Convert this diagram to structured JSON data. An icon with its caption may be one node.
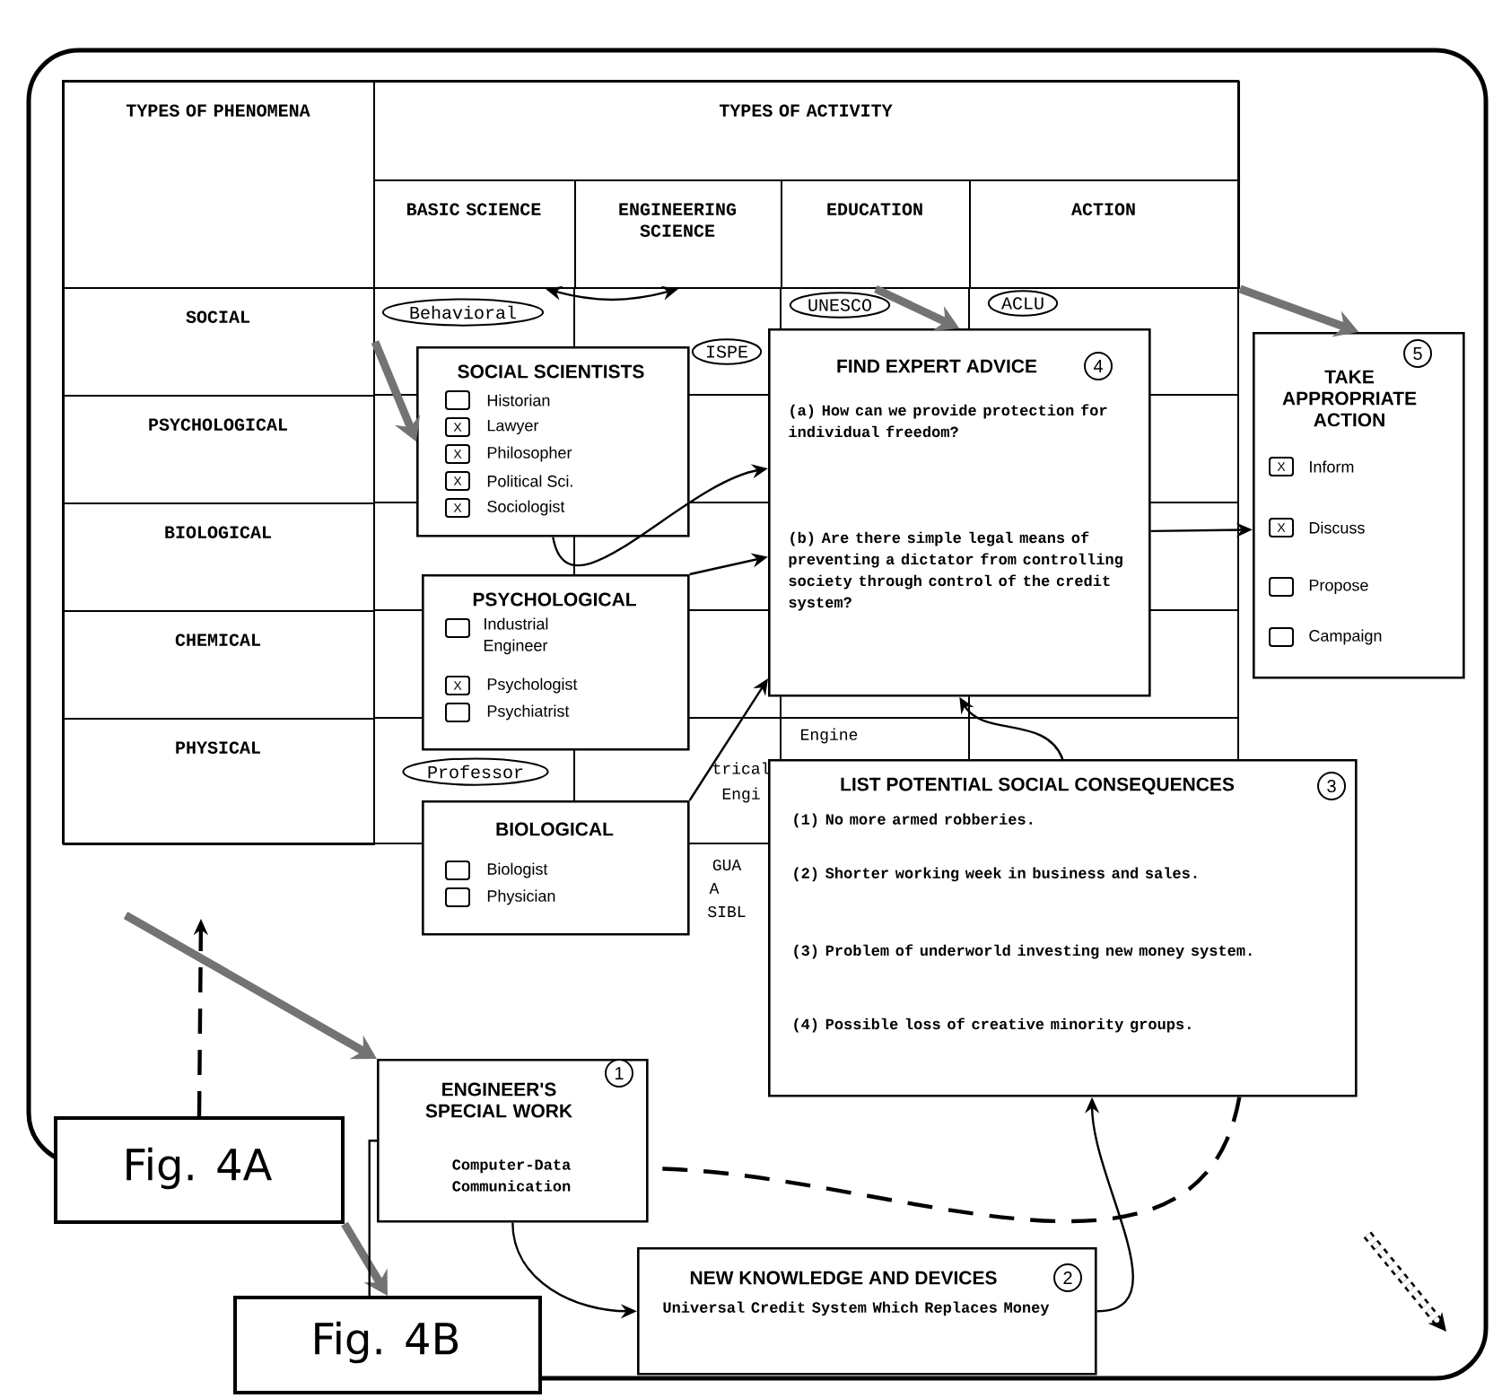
{
  "diagram": {
    "nodes": [
      {
        "text": [
          "TYPES OF PHENOMENA"
        ]
      },
      {
        "text": [
          "TYPES OF ACTIVITY"
        ]
      },
      {
        "text": [
          "BASIC SCIENCE"
        ]
      },
      {
        "text": [
          "ENGINEERING SCIENCE"
        ]
      },
      {
        "text": [
          "EDUCATION"
        ]
      },
      {
        "text": [
          "ACTION"
        ]
      },
      {
        "text": [
          "SOCIAL"
        ]
      },
      {
        "text": [
          "PSYCHOLOGICAL"
        ]
      },
      {
        "text": [
          "BIOLOGICAL"
        ]
      },
      {
        "text": [
          "CHEMICAL"
        ]
      },
      {
        "text": [
          "PHYSICAL"
        ]
      },
      {
        "text": [
          "Behavioral"
        ]
      },
      {
        "text": [
          "ISPE"
        ]
      },
      {
        "text": [
          "UNESCO"
        ]
      },
      {
        "text": [
          "ACLU"
        ]
      },
      {
        "text": [
          "Professor"
        ]
      },
      {
        "text": [
          "SOCIAL SCIENTISTS",
          "Historian",
          "Lawyer",
          "Philosopher",
          "Political Sci.",
          "Sociologist"
        ]
      },
      {
        "text": [],
        "shape": "box",
        "in": 16
      },
      {
        "text": [
          "X"
        ],
        "in": 16
      },
      {
        "text": [
          "X"
        ],
        "in": 16
      },
      {
        "text": [
          "X"
        ],
        "in": 16
      },
      {
        "text": [
          "X"
        ],
        "in": 16
      },
      {
        "text": [
          "PSYCHOLOGICAL",
          "Industrial Engineer",
          "Psychologist",
          "Psychiatrist"
        ]
      },
      {
        "text": [],
        "shape": "box",
        "in": 22
      },
      {
        "text": [
          "X"
        ],
        "in": 22
      },
      {
        "text": [],
        "shape": "box",
        "in": 22
      },
      {
        "text": [
          "BIOLOGICAL",
          "Biologist",
          "Physician"
        ]
      },
      {
        "text": [],
        "shape": "box",
        "in": 26
      },
      {
        "text": [],
        "shape": "box",
        "in": 26
      },
      {
        "text": [
          "FIND EXPERT ADVICE",
          "(a) How can we provide protection for individual freedom?",
          "(b) Are there simple legal means of preventing a dictator from controlling society through control of the credit system?"
        ]
      },
      {
        "text": [
          "4"
        ],
        "in": 29
      },
      {
        "text": [
          "TAKE APPROPRIATE ACTION",
          "Inform",
          "Discuss",
          "Propose",
          "Campaign"
        ]
      },
      {
        "text": [
          "5"
        ],
        "in": 31
      },
      {
        "text": [
          "X"
        ],
        "in": 31
      },
      {
        "text": [
          "X"
        ],
        "in": 31
      },
      {
        "text": [],
        "shape": "box",
        "in": 31
      },
      {
        "text": [],
        "shape": "box",
        "in": 31
      },
      {
        "text": [
          "LIST POTENTIAL SOCIAL CONSEQUENCES",
          "(1) No more armed robberies.",
          "(2) Shorter working week in business and sales.",
          "(3) Problem of underworld investing new money system.",
          "(4) Possible loss of creative minority groups."
        ]
      },
      {
        "text": [
          "3"
        ],
        "in": 37
      },
      {
        "text": [
          "ENGINEER'S SPECIAL WORK",
          "Computer-Data Communication"
        ]
      },
      {
        "text": [
          "1"
        ],
        "in": 39
      },
      {
        "text": [
          "NEW KNOWLEDGE AND DEVICES",
          "Universal Credit System Which Replaces Money"
        ]
      },
      {
        "text": [
          "2"
        ],
        "in": 41
      },
      {
        "text": [
          "Fig. 4A"
        ]
      },
      {
        "text": [
          "Fig. 4B"
        ]
      }
    ],
    "edges": [
      {
        "from": 6,
        "to": 16,
        "arrow": "to",
        "style": "thick",
        "color": "#737373"
      },
      {
        "from": 2,
        "to": 3,
        "arrow": "both"
      },
      {
        "from": 4,
        "to": 29,
        "arrow": "to",
        "style": "thick",
        "color": "#737373"
      },
      {
        "from": 5,
        "to": 31,
        "arrow": "to",
        "style": "thick",
        "color": "#737373"
      },
      {
        "from": 16,
        "to": 29,
        "arrow": "to"
      },
      {
        "from": 22,
        "to": 29,
        "arrow": "to"
      },
      {
        "from": 26,
        "to": 29,
        "arrow": "to"
      },
      {
        "from": 37,
        "to": 29,
        "arrow": "to"
      },
      {
        "from": 39,
        "to": 41,
        "arrow": "to"
      },
      {
        "from": 41,
        "to": 37,
        "arrow": "to"
      },
      {
        "from": 29,
        "to": 31,
        "arrow": "to"
      },
      {
        "from": null,
        "to": 39,
        "arrow": "to",
        "style": "thick",
        "color": "#737373"
      },
      {
        "from": 43,
        "to": 44,
        "arrow": "to",
        "style": "thick",
        "color": "#737373"
      },
      {
        "from": 43,
        "to": null,
        "arrow": "to",
        "style": "dashed"
      },
      {
        "from": 37,
        "to": 39,
        "arrow": "none",
        "style": "dashed"
      },
      {
        "from": 44,
        "to": 39,
        "arrow": "none"
      }
    ],
    "labels": [
      "trical",
      "Engi",
      "Engine",
      "GUA",
      "A",
      "SIBL"
    ]
  }
}
